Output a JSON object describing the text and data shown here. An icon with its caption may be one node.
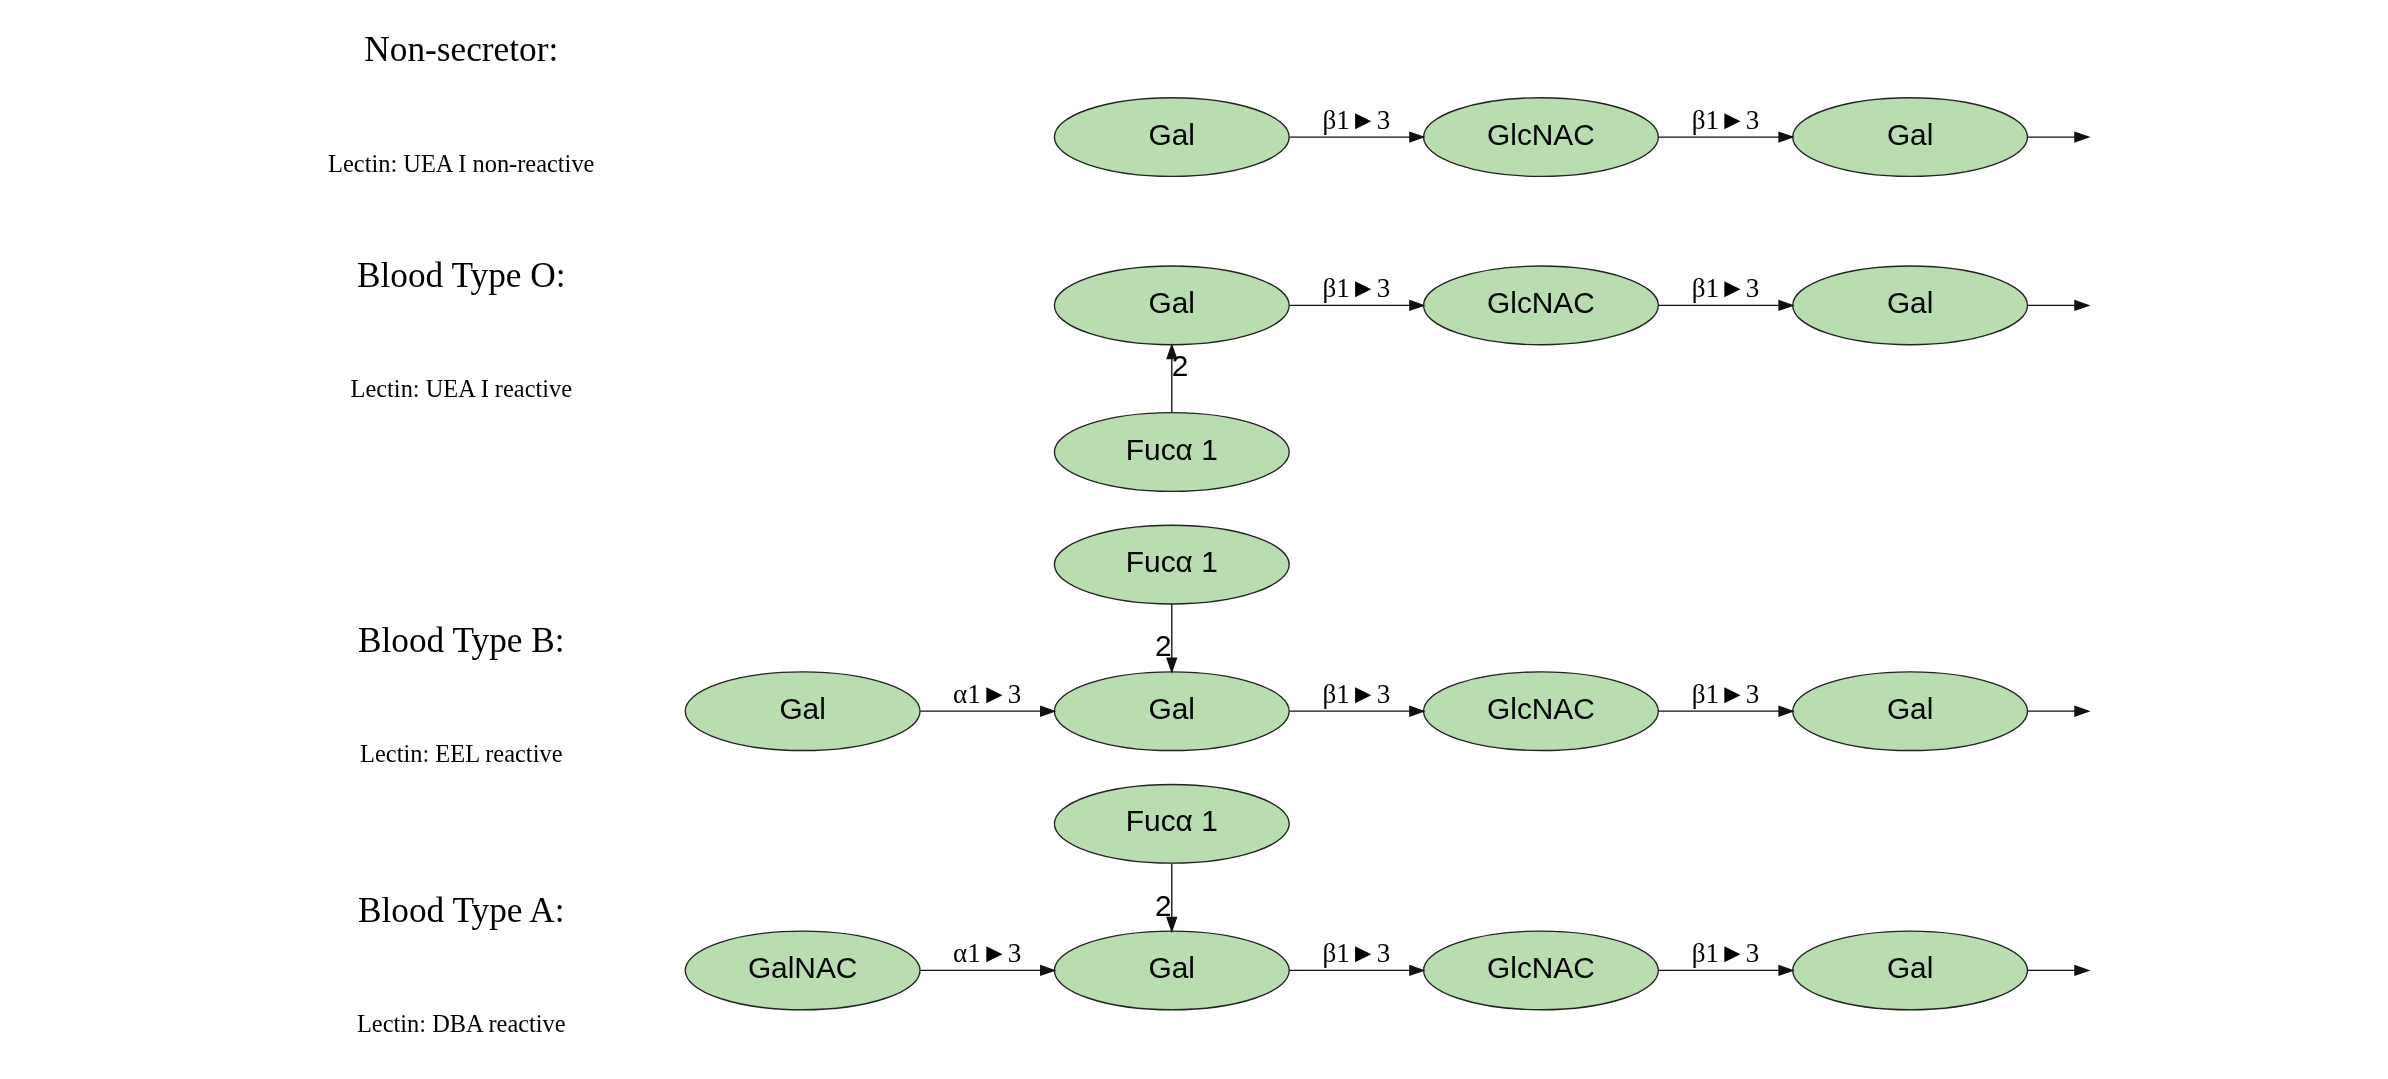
{
  "diagram": {
    "nodes": [
      {
        "text": [
          "GalNAC"
        ]
      },
      {
        "text": [
          "Gal"
        ]
      },
      {
        "text": [
          "GlcNAC"
        ]
      },
      {
        "text": [
          "Gal"
        ]
      },
      {
        "text": [
          "Fucα 1"
        ]
      },
      {
        "text": [
          "Gal"
        ]
      },
      {
        "text": [
          "Gal"
        ]
      },
      {
        "text": [
          "GlcNAC"
        ]
      },
      {
        "text": [
          "Gal"
        ]
      },
      {
        "text": [
          "Fucα 1"
        ]
      },
      {
        "text": [
          "Gal"
        ]
      },
      {
        "text": [
          "GlcNAC"
        ]
      },
      {
        "text": [
          "Gal"
        ]
      },
      {
        "text": [
          "Fucα 1"
        ]
      },
      {
        "text": [
          "Gal"
        ]
      },
      {
        "text": [
          "GlcNAC"
        ]
      },
      {
        "text": [
          "Gal"
        ]
      }
    ],
    "edges": [
      {
        "from": 0,
        "to": 1,
        "arrow": "to",
        "label": "α1►3"
      },
      {
        "from": 1,
        "to": 2,
        "arrow": "to",
        "label": "β1►3"
      },
      {
        "from": 2,
        "to": 3,
        "arrow": "to",
        "label": "β1►3"
      },
      {
        "from": 3,
        "to": null,
        "arrow": "to"
      },
      {
        "from": 4,
        "to": 1,
        "arrow": "to",
        "label": "2"
      },
      {
        "from": 5,
        "to": 6,
        "arrow": "to",
        "label": "α1►3"
      },
      {
        "from": 6,
        "to": 7,
        "arrow": "to",
        "label": "β1►3"
      },
      {
        "from": 7,
        "to": 8,
        "arrow": "to",
        "label": "β1►3"
      },
      {
        "from": 8,
        "to": null,
        "arrow": "to"
      },
      {
        "from": 9,
        "to": 6,
        "arrow": "to",
        "label": "2"
      },
      {
        "from": 10,
        "to": 11,
        "arrow": "to",
        "label": "β1►3"
      },
      {
        "from": 11,
        "to": 12,
        "arrow": "to",
        "label": "β1►3"
      },
      {
        "from": 12,
        "to": null,
        "arrow": "to"
      },
      {
        "from": 13,
        "to": 10,
        "arrow": "to",
        "label": "2"
      },
      {
        "from": 14,
        "to": 15,
        "arrow": "to",
        "label": "β1►3"
      },
      {
        "from": 15,
        "to": 16,
        "arrow": "to",
        "label": "β1►3"
      },
      {
        "from": 16,
        "to": null,
        "arrow": "to"
      }
    ],
    "labels": [
      "Blood Type A:",
      "Lectin: DBA reactive",
      "Blood Type B:",
      "Lectin: EEL reactive",
      "Blood Type O:",
      "Lectin: UEA I reactive",
      "Non-secretor:",
      "Lectin: UEA I non-reactive"
    ]
  }
}
